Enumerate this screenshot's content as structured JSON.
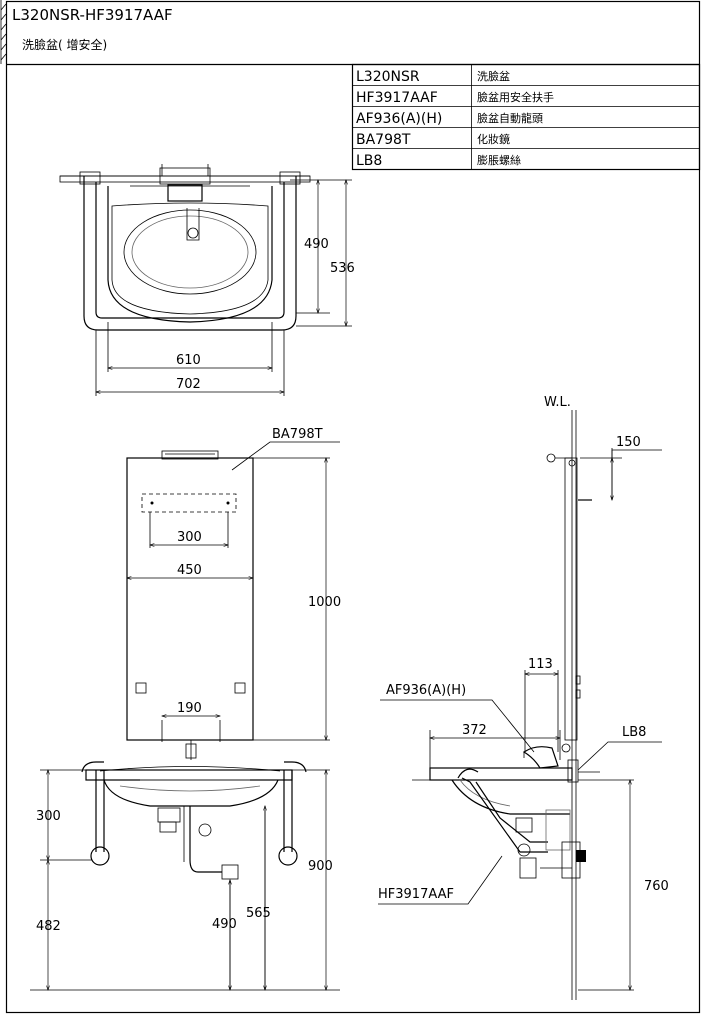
{
  "title": {
    "model": "L320NSR-HF3917AAF",
    "subtitle": "洗臉盆( 增安全)"
  },
  "parts_table": [
    {
      "code": "L320NSR",
      "name": "洗臉盆"
    },
    {
      "code": "HF3917AAF",
      "name": "臉盆用安全扶手"
    },
    {
      "code": "AF936(A)(H)",
      "name": "臉盆自動龍頭"
    },
    {
      "code": "BA798T",
      "name": "化妝鏡"
    },
    {
      "code": "LB8",
      "name": "膨脹螺絲"
    }
  ],
  "top_view": {
    "dims": {
      "d490": "490",
      "d536": "536",
      "d610": "610",
      "d702": "702"
    }
  },
  "front_view": {
    "label_mirror": "BA798T",
    "dims": {
      "d300_top": "300",
      "d450": "450",
      "d1000": "1000",
      "d190": "190",
      "d300_left": "300",
      "d482": "482",
      "d900": "900",
      "d490": "490",
      "d565": "565"
    }
  },
  "side_view": {
    "wl": "W.L.",
    "label_faucet": "AF936(A)(H)",
    "label_bolt": "LB8",
    "label_rail": "HF3917AAF",
    "dims": {
      "d150": "150",
      "d113": "113",
      "d372": "372",
      "d760": "760"
    }
  }
}
